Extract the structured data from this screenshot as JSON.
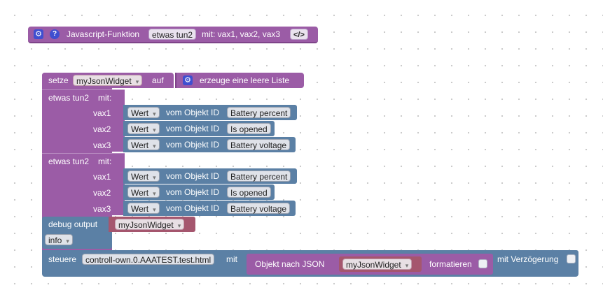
{
  "func_header": {
    "label": "Javascript-Funktion",
    "name": "etwas tun2",
    "params_label": "mit: vax1, vax2, vax3",
    "code_icon": "</>"
  },
  "setze": {
    "label": "setze",
    "variable": "myJsonWidget",
    "auf": "auf",
    "create_list": "erzeuge eine leere Liste"
  },
  "calls": [
    {
      "name": "etwas tun2",
      "mit": "mit:",
      "params": [
        {
          "name": "vax1",
          "field": "Wert",
          "vom": "vom Objekt ID",
          "object": "Battery percent"
        },
        {
          "name": "vax2",
          "field": "Wert",
          "vom": "vom Objekt ID",
          "object": "Is opened"
        },
        {
          "name": "vax3",
          "field": "Wert",
          "vom": "vom Objekt ID",
          "object": "Battery voltage"
        }
      ]
    },
    {
      "name": "etwas tun2",
      "mit": "mit:",
      "params": [
        {
          "name": "vax1",
          "field": "Wert",
          "vom": "vom Objekt ID",
          "object": "Battery percent"
        },
        {
          "name": "vax2",
          "field": "Wert",
          "vom": "vom Objekt ID",
          "object": "Is opened"
        },
        {
          "name": "vax3",
          "field": "Wert",
          "vom": "vom Objekt ID",
          "object": "Battery voltage"
        }
      ]
    }
  ],
  "debug": {
    "label": "debug output",
    "variable": "myJsonWidget",
    "level": "info"
  },
  "steuere": {
    "label": "steuere",
    "target": "controll-own.0.AAATEST.test.html",
    "mit": "mit",
    "json_label": "Objekt nach JSON",
    "variable": "myJsonWidget",
    "format_label": "formatieren",
    "delay_label": "mit Verzögerung"
  },
  "colors": {
    "purple": "#9b5ca6",
    "purple_dark": "#8a4f94",
    "blue": "#5b80a5",
    "variable_red": "#a5566e",
    "icon_blue": "#3f4fd0"
  },
  "icons": {
    "gear": "gear-icon",
    "help": "help-icon",
    "dropdown": "dropdown-arrow-icon"
  }
}
